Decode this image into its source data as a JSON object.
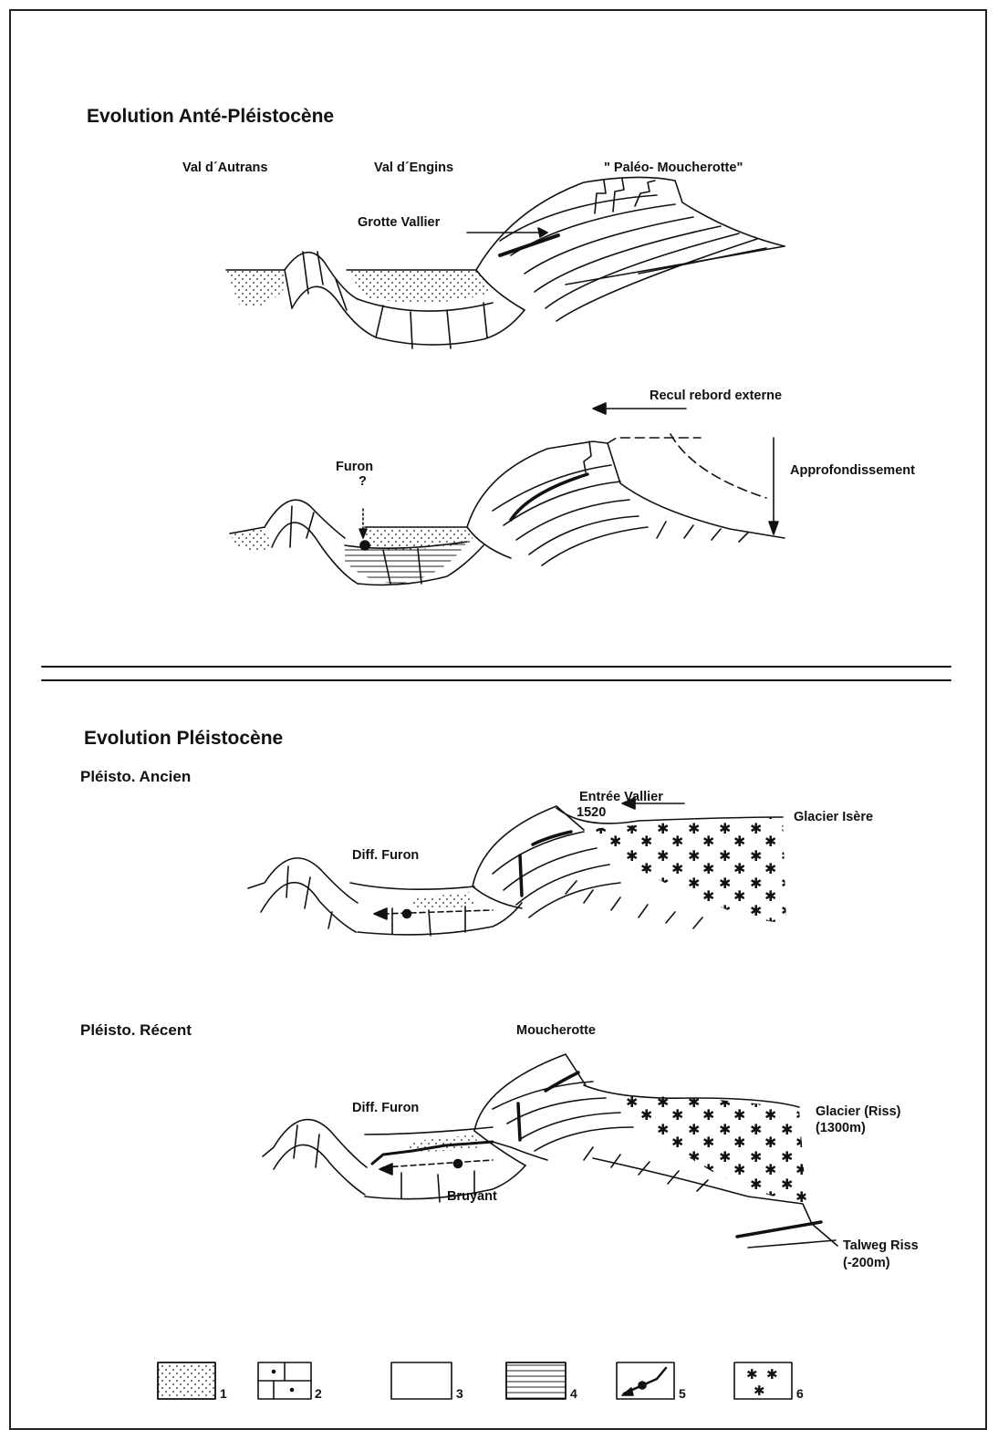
{
  "section1": {
    "title": "Evolution  Anté-Pléistocène",
    "labels": {
      "val_autrans": "Val d´Autrans",
      "val_engins": "Val d´Engins",
      "paleo_moucherotte": "\" Paléo- Moucherotte\"",
      "grotte_vallier": "Grotte  Vallier",
      "recul": "Recul  rebord  externe",
      "approfondissement": "Approfondissement",
      "furon": "Furon",
      "furon_q": "?"
    }
  },
  "section2": {
    "title": "Evolution   Pléistocène",
    "ancien": {
      "subtitle": "Pléisto. Ancien",
      "entree": "Entrée  Vallier",
      "alt": "1520",
      "glacier": "Glacier  Isère",
      "diff": "Diff. Furon"
    },
    "recent": {
      "subtitle": "Pléisto.  Récent",
      "moucherotte": "Moucherotte",
      "diff": "Diff.  Furon",
      "bruyant": "Bruyant",
      "glacier": "Glacier (Riss)",
      "glacier_alt": "(1300m)",
      "talweg": "Talweg  Riss",
      "talweg_depth": "(-200m)"
    }
  },
  "legend": [
    {
      "num": "1",
      "icon": "dotted-fill"
    },
    {
      "num": "2",
      "icon": "limestone-blocks"
    },
    {
      "num": "3",
      "icon": "blank"
    },
    {
      "num": "4",
      "icon": "horizontal-lines"
    },
    {
      "num": "5",
      "icon": "cave-with-arrow"
    },
    {
      "num": "6",
      "icon": "asterisks"
    }
  ]
}
